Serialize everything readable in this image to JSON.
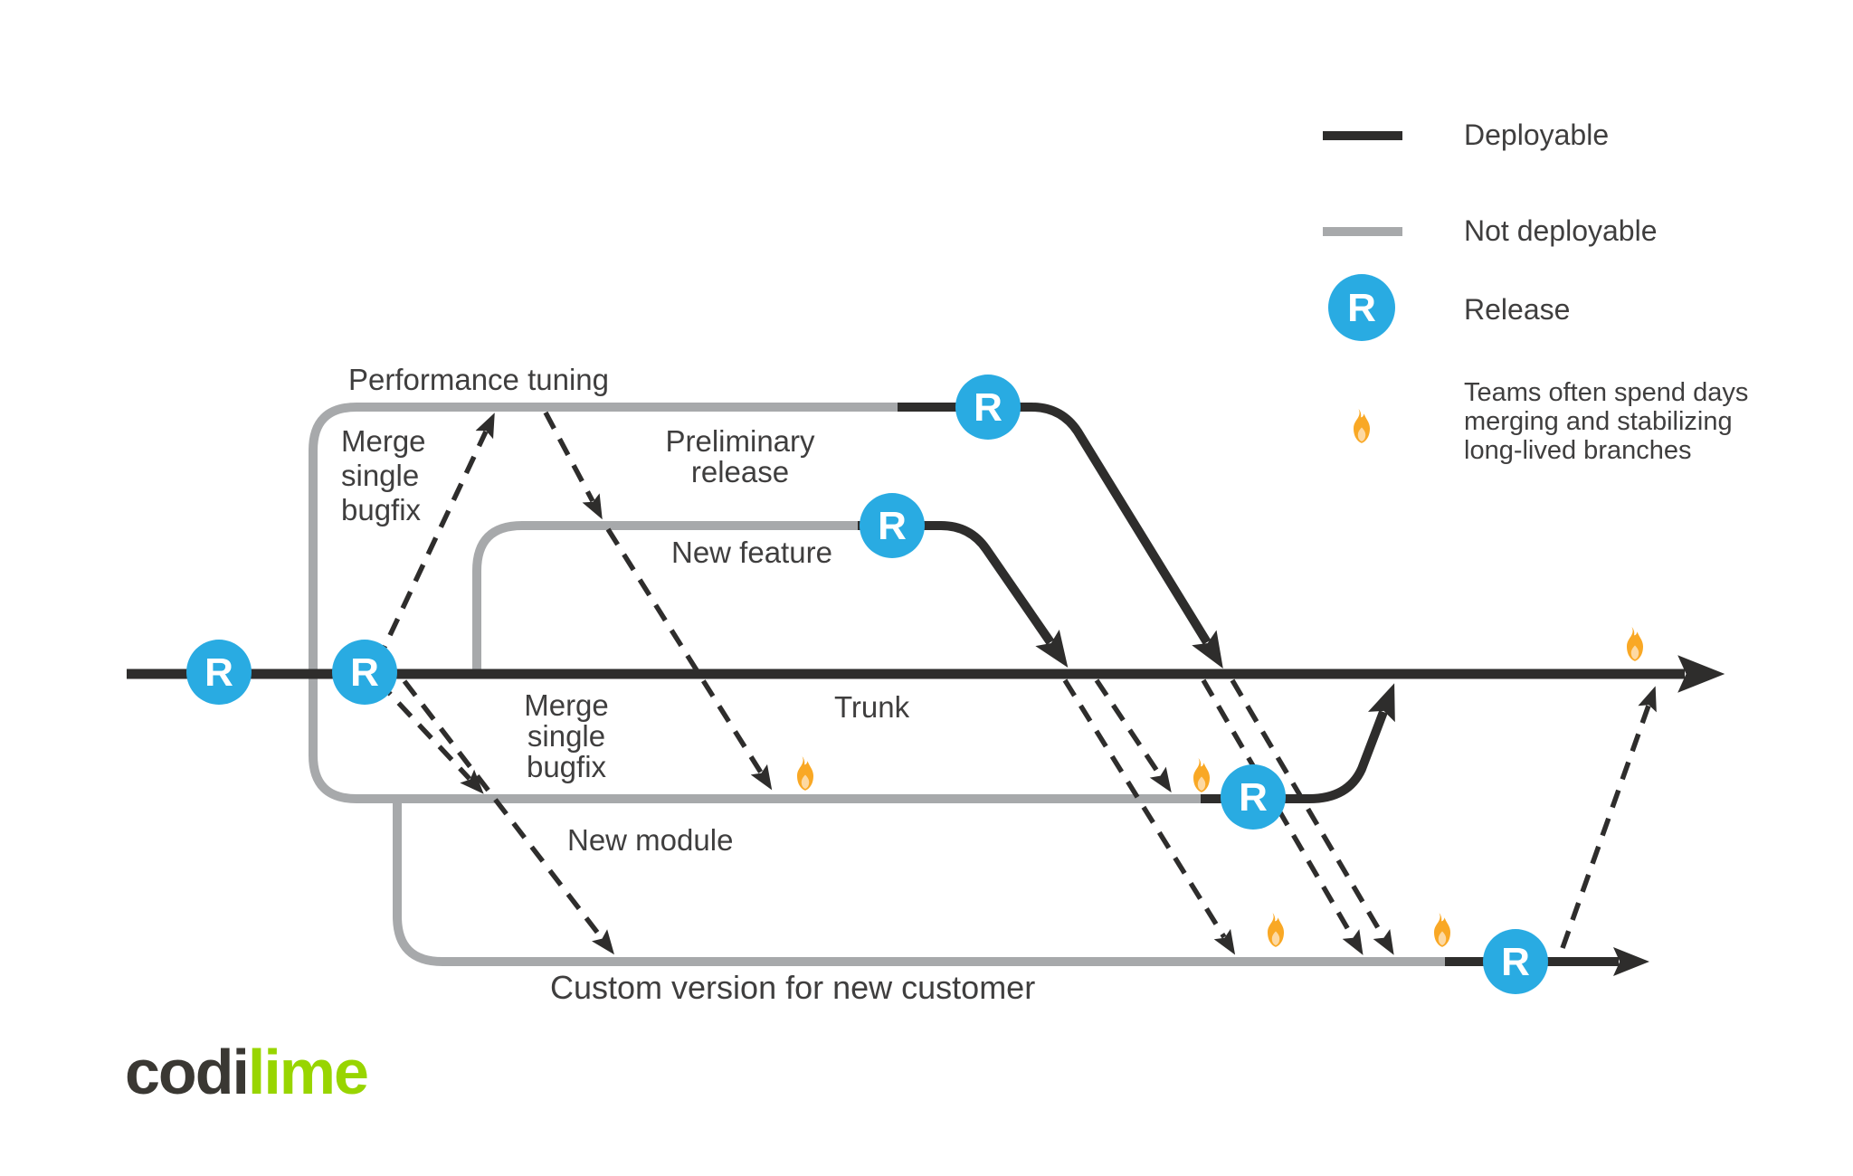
{
  "branches": {
    "performance_tuning": "Performance tuning",
    "preliminary_release_lines": [
      "Preliminary",
      "release"
    ],
    "new_feature": "New feature",
    "trunk": "Trunk",
    "new_module": "New module",
    "custom_version": "Custom version for new customer",
    "merge_bugfix_lines": [
      "Merge",
      "single",
      "bugfix"
    ]
  },
  "release_marker": "R",
  "legend": {
    "deployable_label": "Deployable",
    "not_deployable_label": "Not deployable",
    "release_label": "Release",
    "note_lines": [
      "Teams often spend days",
      "merging and stabilizing",
      "long-lived branches"
    ]
  },
  "logo": {
    "dark": "codi",
    "green": "lime"
  },
  "colors": {
    "deployable_black": "#2e2d2c",
    "not_deployable_gray": "#a7a9ab",
    "release_blue": "#29abe2",
    "flame_orange": "#f9a825",
    "flame_inner": "#fdd9a2",
    "text": "#3f3e3e",
    "logo_green": "#98d500",
    "logo_dark": "#3a3833"
  }
}
